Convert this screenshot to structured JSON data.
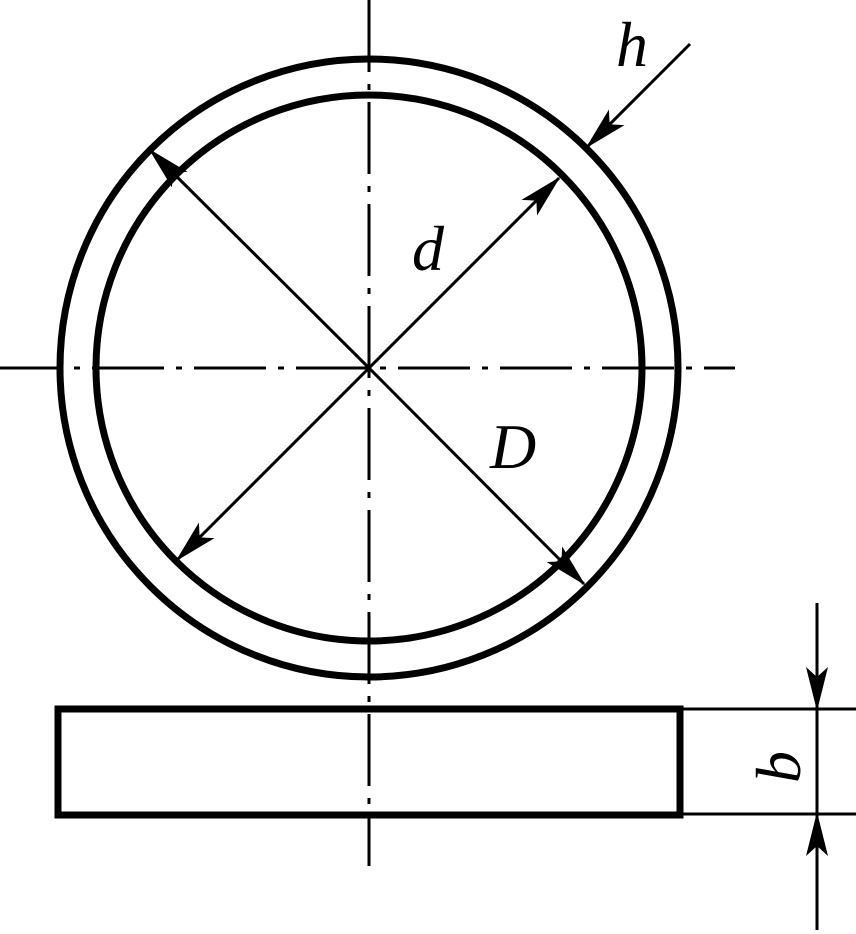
{
  "diagram": {
    "labels": {
      "thickness": "h",
      "inner_diameter": "d",
      "outer_diameter": "D",
      "width": "b"
    },
    "colors": {
      "ink": "#000000",
      "background": "#ffffff"
    }
  }
}
